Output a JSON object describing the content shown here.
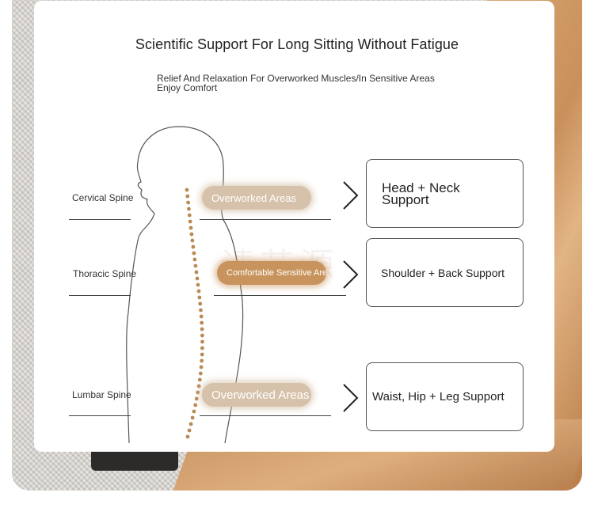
{
  "title": "Scientific Support For Long Sitting Without Fatigue",
  "subtitle_lines": [
    "Relief And Relaxation For Overworked Muscles/In Sensitive Areas",
    "Enjoy Comfort"
  ],
  "watermark": "请艺源",
  "spine_labels": {
    "cervical": "Cervical Spine",
    "thoracic": "Thoracic Spine",
    "lumbar": "Lumbar Spine"
  },
  "pills": {
    "cervical": "Overworked Areas",
    "thoracic": "Comfortable Sensitive Areas",
    "lumbar": "Overworked Areas"
  },
  "support_boxes": {
    "head_neck": "Head + Neck Support",
    "shoulder_back": "Shoulder + Back Support",
    "waist_hip_leg": "Waist, Hip + Leg Support"
  },
  "colors": {
    "pill_light": "#d6c2aa",
    "pill_dark": "#c8935c",
    "spine_dots": "#b98a55"
  },
  "icons": [
    "chevron-right-icon",
    "human-silhouette-icon",
    "spine-dots-icon"
  ]
}
